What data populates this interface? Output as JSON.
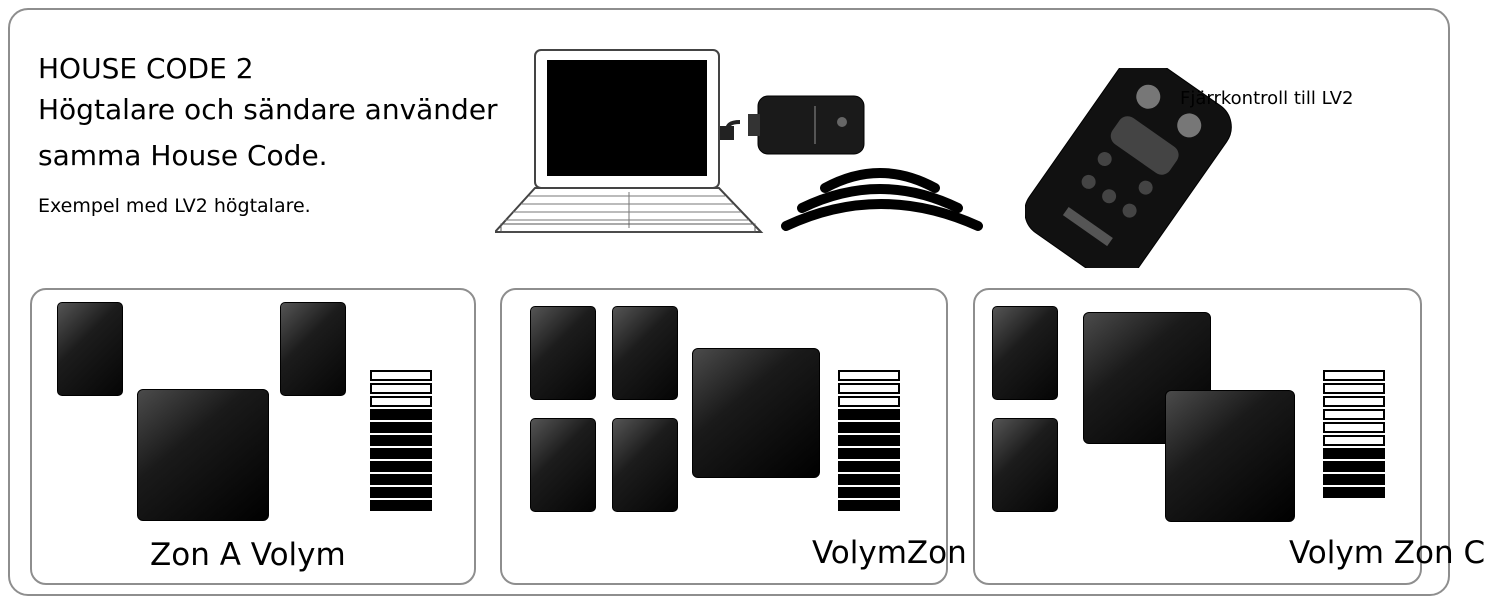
{
  "header": {
    "line1": "HOUSE CODE 2",
    "line2": "Högtalare och sändare använder",
    "line3": "samma House Code.",
    "line4": "Exempel med LV2 högtalare."
  },
  "remote_label": "Fjärrkontroll till LV2",
  "zones": [
    {
      "label": "Zon A Volym",
      "volume_level": 8,
      "volume_segments": 11
    },
    {
      "label": "VolymZon B",
      "volume_level": 8,
      "volume_segments": 11
    },
    {
      "label": "Volym Zon C",
      "volume_level": 4,
      "volume_segments": 10
    }
  ],
  "icons": {
    "laptop": "laptop-icon",
    "dongle": "usb-transmitter-icon",
    "signal": "wireless-signal-icon",
    "remote": "remote-control-icon",
    "speaker": "speaker-icon",
    "subwoofer": "subwoofer-icon"
  }
}
